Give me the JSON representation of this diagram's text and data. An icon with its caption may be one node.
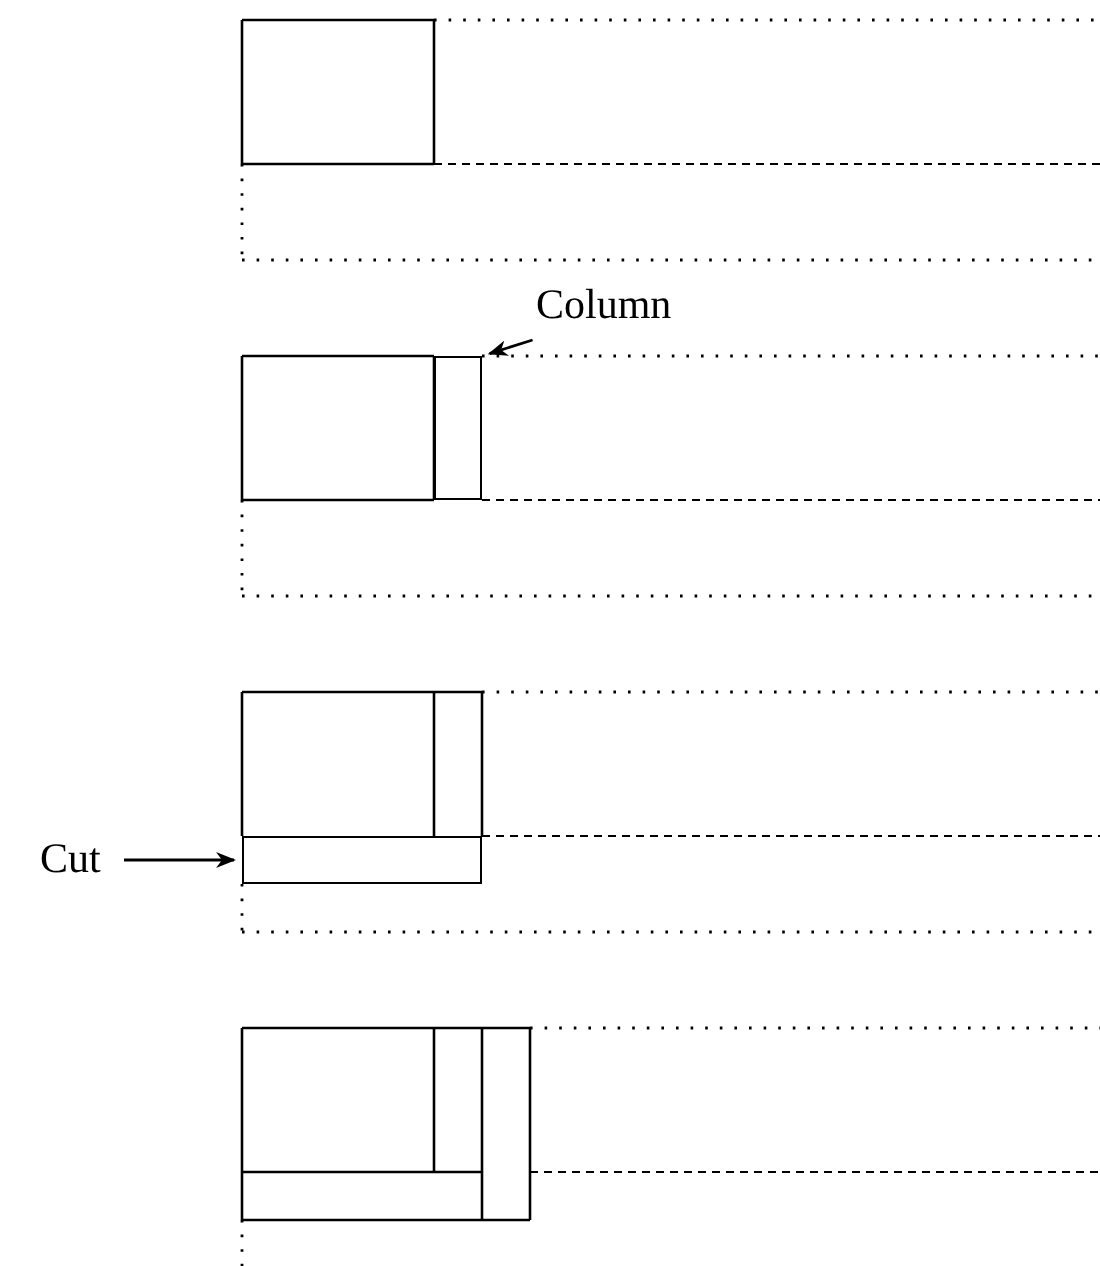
{
  "diagram": {
    "nodes": [
      {
        "text": [
          "Column"
        ]
      },
      {
        "text": [],
        "shape": "box"
      },
      {
        "text": [
          "Cut"
        ]
      },
      {
        "text": [],
        "shape": "box"
      }
    ],
    "edges": [
      {
        "from": 0,
        "to": 1,
        "arrow": "to"
      },
      {
        "from": 2,
        "to": 3,
        "arrow": "to"
      }
    ]
  }
}
